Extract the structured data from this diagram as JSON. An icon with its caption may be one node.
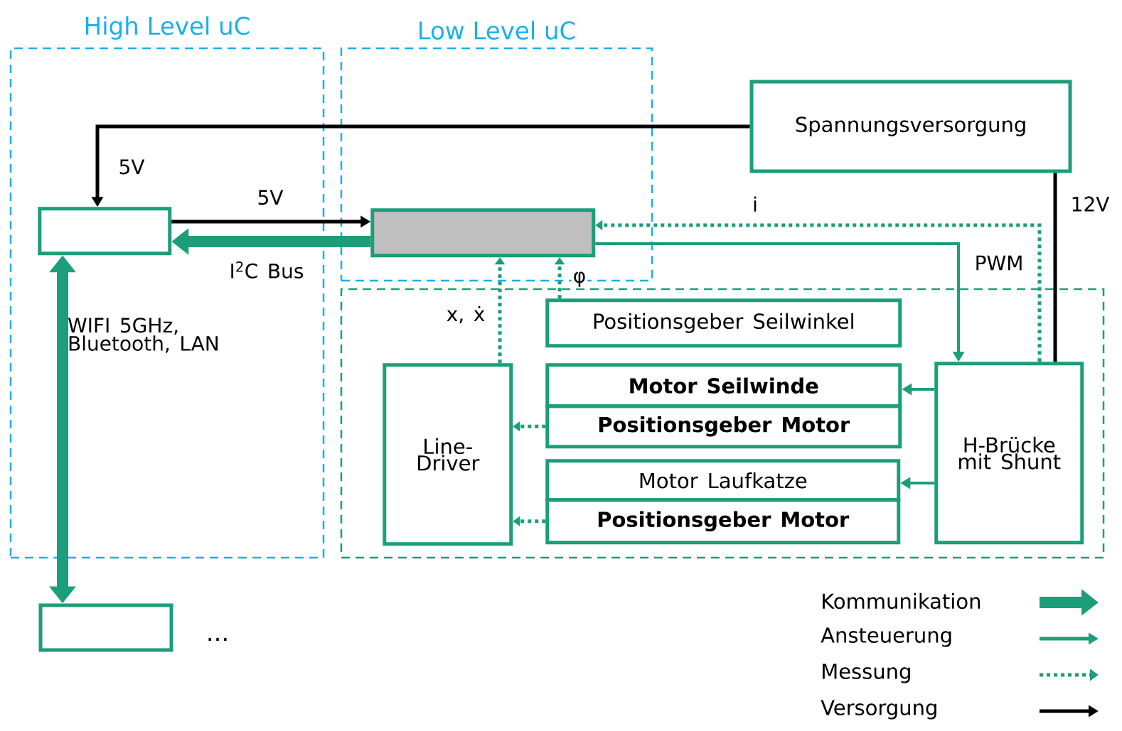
{
  "diagram": {
    "nodes": [
      {
        "text": [
          "High Level uC"
        ]
      },
      {
        "text": [
          "Low Level uC"
        ]
      },
      {
        "text": [],
        "shape": "box"
      },
      {
        "text": [
          "Spannungsversorgung"
        ]
      },
      {
        "text": [],
        "shape": "box",
        "in": 0
      },
      {
        "text": [],
        "shape": "box",
        "in": 1
      },
      {
        "text": [
          "Positionsgeber Seilwinkel"
        ],
        "in": 2
      },
      {
        "text": [
          "Line-Driver"
        ],
        "in": 2
      },
      {
        "text": [
          "Motor Seilwinde"
        ],
        "in": 2
      },
      {
        "text": [
          "Positionsgeber Motor"
        ],
        "in": 2
      },
      {
        "text": [
          "Motor Laufkatze"
        ],
        "in": 2
      },
      {
        "text": [
          "Positionsgeber Motor"
        ],
        "in": 2
      },
      {
        "text": [
          "H-Brücke mit Shunt"
        ],
        "in": 2
      },
      {
        "text": [],
        "shape": "box"
      }
    ],
    "edges": [
      {
        "from": 3,
        "to": 4,
        "arrow": "to",
        "label": "5V",
        "color": "#000000"
      },
      {
        "from": 4,
        "to": 5,
        "arrow": "to",
        "label": "5V",
        "color": "#000000"
      },
      {
        "from": 5,
        "to": 4,
        "arrow": "to",
        "label": "I$^{2}$C Bus",
        "style": "thick"
      },
      {
        "from": 4,
        "to": 13,
        "arrow": "both",
        "label": "WIFI 5GHz, Bluetooth, LAN",
        "style": "thick"
      },
      {
        "from": 12,
        "to": 5,
        "arrow": "to",
        "label": "i",
        "style": "dashed"
      },
      {
        "from": 5,
        "to": 12,
        "arrow": "to",
        "label": "PWM"
      },
      {
        "from": 3,
        "to": 12,
        "arrow": "none",
        "label": "12V",
        "color": "#000000"
      },
      {
        "from": 7,
        "to": 5,
        "arrow": "to",
        "label": "x, ẋ",
        "style": "dashed"
      },
      {
        "from": 6,
        "to": 5,
        "arrow": "to",
        "label": "φ",
        "style": "dashed"
      },
      {
        "from": 12,
        "to": 8,
        "arrow": "to"
      },
      {
        "from": 12,
        "to": 10,
        "arrow": "to"
      },
      {
        "from": 9,
        "to": 7,
        "arrow": "to",
        "style": "dashed"
      },
      {
        "from": 11,
        "to": 7,
        "arrow": "to",
        "style": "dashed"
      }
    ],
    "labels": [
      "..."
    ],
    "legend": [
      {
        "text": "Kommunikation"
      },
      {
        "text": "Ansteuerung"
      },
      {
        "text": "Messung"
      },
      {
        "text": "Versorgung"
      }
    ]
  }
}
